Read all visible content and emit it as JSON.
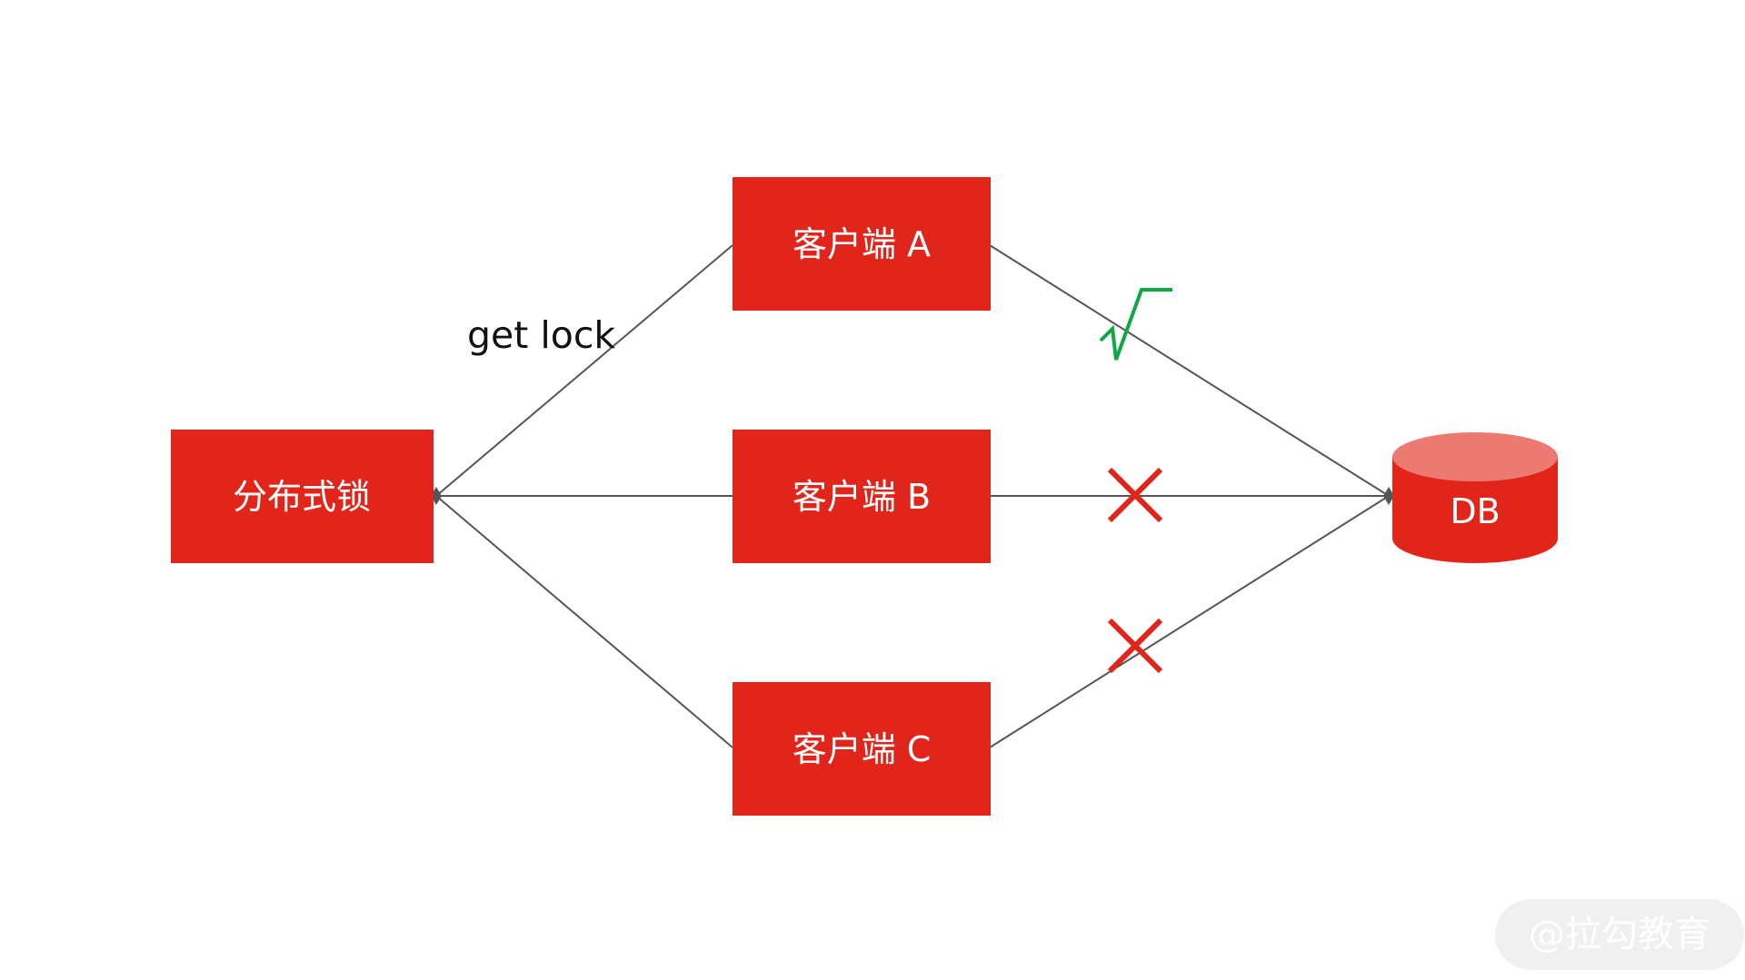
{
  "diagram": {
    "lock_node": {
      "label": "分布式锁"
    },
    "clients": [
      {
        "label": "客户端 A",
        "result": "success"
      },
      {
        "label": "客户端 B",
        "result": "failure"
      },
      {
        "label": "客户端 C",
        "result": "failure"
      }
    ],
    "database": {
      "label": "DB"
    },
    "edge_label": "get lock",
    "success_mark": "√"
  },
  "watermark": {
    "text": "@拉勾教育"
  },
  "colors": {
    "box_fill": "#e1251b",
    "db_top": "#ec7a73",
    "line": "#555555",
    "success": "#10a845",
    "failure": "#e1251b"
  }
}
